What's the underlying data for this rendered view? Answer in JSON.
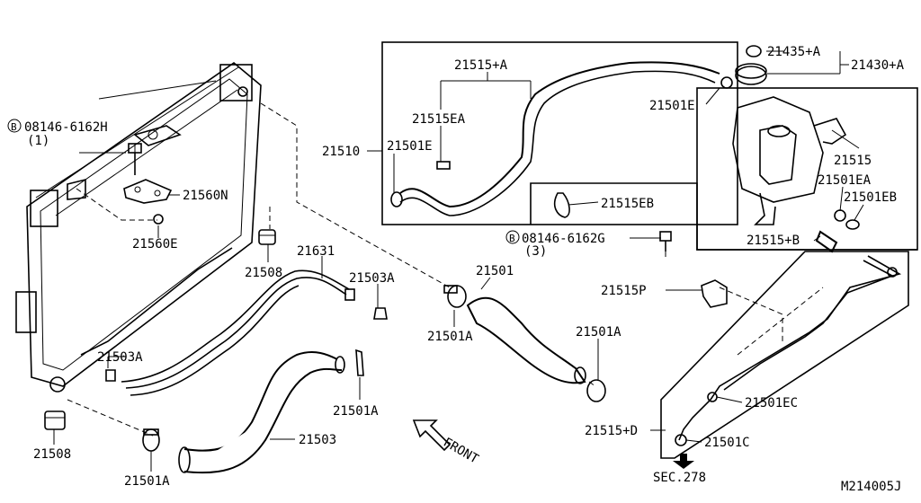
{
  "labels": {
    "b_h": "B",
    "p08146h": "08146-6162H",
    "qty1": "(1)",
    "p21560n": "21560N",
    "p21560e": "21560E",
    "p21508a": "21508",
    "p21631": "21631",
    "p21503a1": "21503A",
    "p21503a2": "21503A",
    "p21501a1": "21501A",
    "p21503": "21503",
    "p21508b": "21508",
    "p21501a2": "21501A",
    "p21501a3": "21501A",
    "p21501": "21501",
    "p21501a4": "21501A",
    "p21515a": "21515+A",
    "p21515ea": "21515EA",
    "p21501e1": "21501E",
    "p21510": "21510",
    "p21501e2": "21501E",
    "p21435a": "21435+A",
    "p21430a": "21430+A",
    "p21515": "21515",
    "p21501ea": "21501EA",
    "p21501eb": "21501EB",
    "p21515b": "21515+B",
    "p21515eb": "21515EB",
    "b_g": "B",
    "p08146g": "08146-6162G",
    "qty3": "(3)",
    "p21515p": "21515P",
    "p21501ec": "21501EC",
    "p21515d": "21515+D",
    "p21501c": "21501C",
    "sec278": "SEC.278",
    "front": "FRONT",
    "diagram_id": "M214005J"
  }
}
